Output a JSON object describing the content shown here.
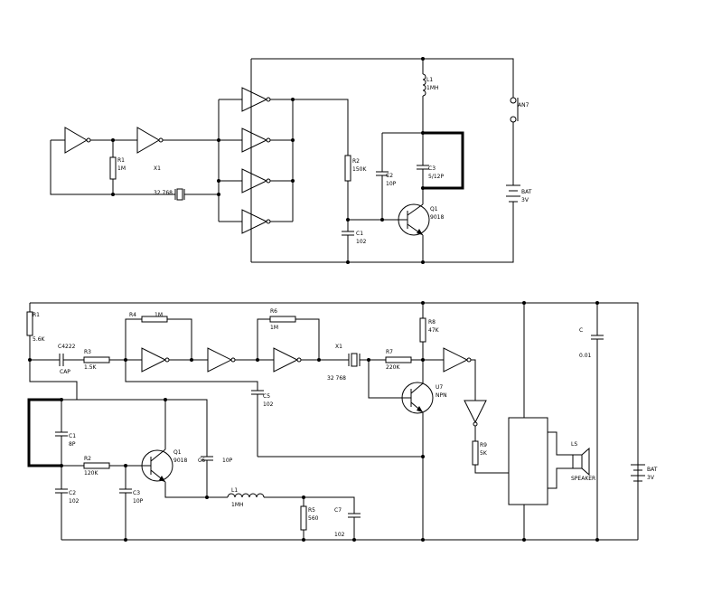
{
  "diagram": {
    "top": {
      "r1": "R1",
      "r1_val": "1M",
      "x1": "X1",
      "xtal": "32 768",
      "l1": "L1",
      "l1_val": "1MH",
      "an": "AN7",
      "r2": "R2",
      "r2_val": "150K",
      "c2": "C2",
      "c2_val": "10P",
      "c3": "C3",
      "c3_val": "5/12P",
      "q1": "Q1",
      "q1_val": "9018",
      "c1": "C1",
      "c1_val": "102",
      "bat": "BAT",
      "bat_val": "3V"
    },
    "bottom": {
      "r1": "R1",
      "r1_val": "5.6K",
      "c4": "C4222",
      "cap": "CAP",
      "r3": "R3",
      "r3_val": "1.5K",
      "r4": "R4",
      "r4_val": "1M",
      "r6": "R6",
      "r6_val": "1M",
      "x1": "X1",
      "xtal": "32 768",
      "r7": "R7",
      "r7_val": "220K",
      "r8": "R8",
      "r8_val": "47K",
      "u7": "U7",
      "u7_val": "NPN",
      "c5": "C5",
      "c5_val": "102",
      "c1": "C1",
      "c1_val": "8P",
      "r2": "R2",
      "r2_val": "120K",
      "q1": "Q1",
      "q1_val": "9018",
      "c6": "C6",
      "c6_val": "10P",
      "c3": "C3",
      "c3_val": "10P",
      "c2": "C2",
      "c2_val": "102",
      "l1": "L1",
      "l1_val": "1MH",
      "r5": "R5",
      "r5_val": "560",
      "c7": "C7",
      "c7_val": "102",
      "r9": "R9",
      "r9_val": "5K",
      "c": "C",
      "c_val": "0.01",
      "ls": "LS",
      "speaker": "SPEAKER",
      "bat": "BAT",
      "bat_val": "3V"
    }
  }
}
